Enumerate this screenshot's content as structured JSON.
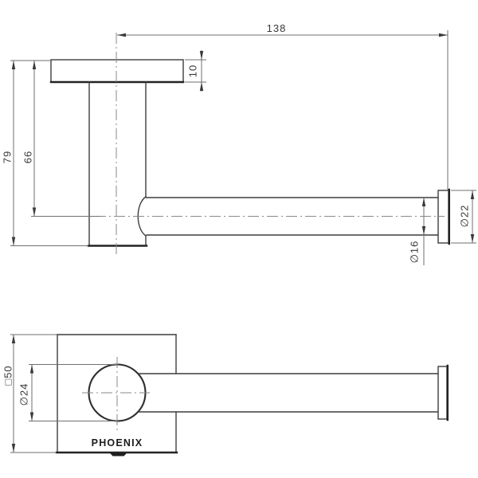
{
  "drawing_type": "technical-dimension-drawing",
  "views": {
    "side": {
      "dims": {
        "length": "138",
        "flange_thickness": "10",
        "overall_height": "79",
        "centre_height": "66",
        "rail_diameter": "∅16",
        "cap_diameter": "∅22"
      }
    },
    "front": {
      "dims": {
        "plate_size": "□50",
        "hub_diameter": "∅24"
      },
      "brand": "PHOENIX"
    }
  },
  "colors": {
    "background": "#ffffff",
    "object_line": "#3d3d3d",
    "bold_line": "#232323",
    "dim_line": "#6f6f6f",
    "text": "#3a3a3a",
    "brand": "#1c1c1c"
  }
}
